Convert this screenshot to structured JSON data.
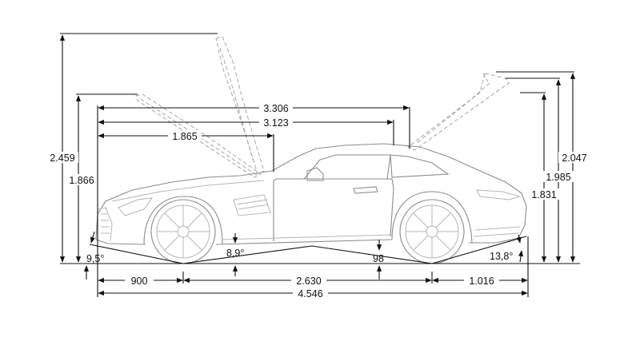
{
  "dimensions": {
    "overall_length": "4.546",
    "front_overhang": "900",
    "wheelbase": "2.630",
    "rear_overhang": "1.016",
    "length_open_hood": "3.306",
    "length_open_hood_b": "3.123",
    "front_axle_to_hood": "1.865",
    "height_hood_open": "2.459",
    "height_front_open": "1.866",
    "height_hatch_open": "2.047",
    "height_hatch_open_b": "1.985",
    "height_roof": "1.831",
    "ground_clearance": "98",
    "approach_angle": "9,5°",
    "ramp_angle": "8,9°",
    "departure_angle": "13,8°"
  },
  "colors": {
    "dimension_lines": "#111111",
    "car_outline": "#8c8c8c",
    "background": "#ffffff"
  }
}
